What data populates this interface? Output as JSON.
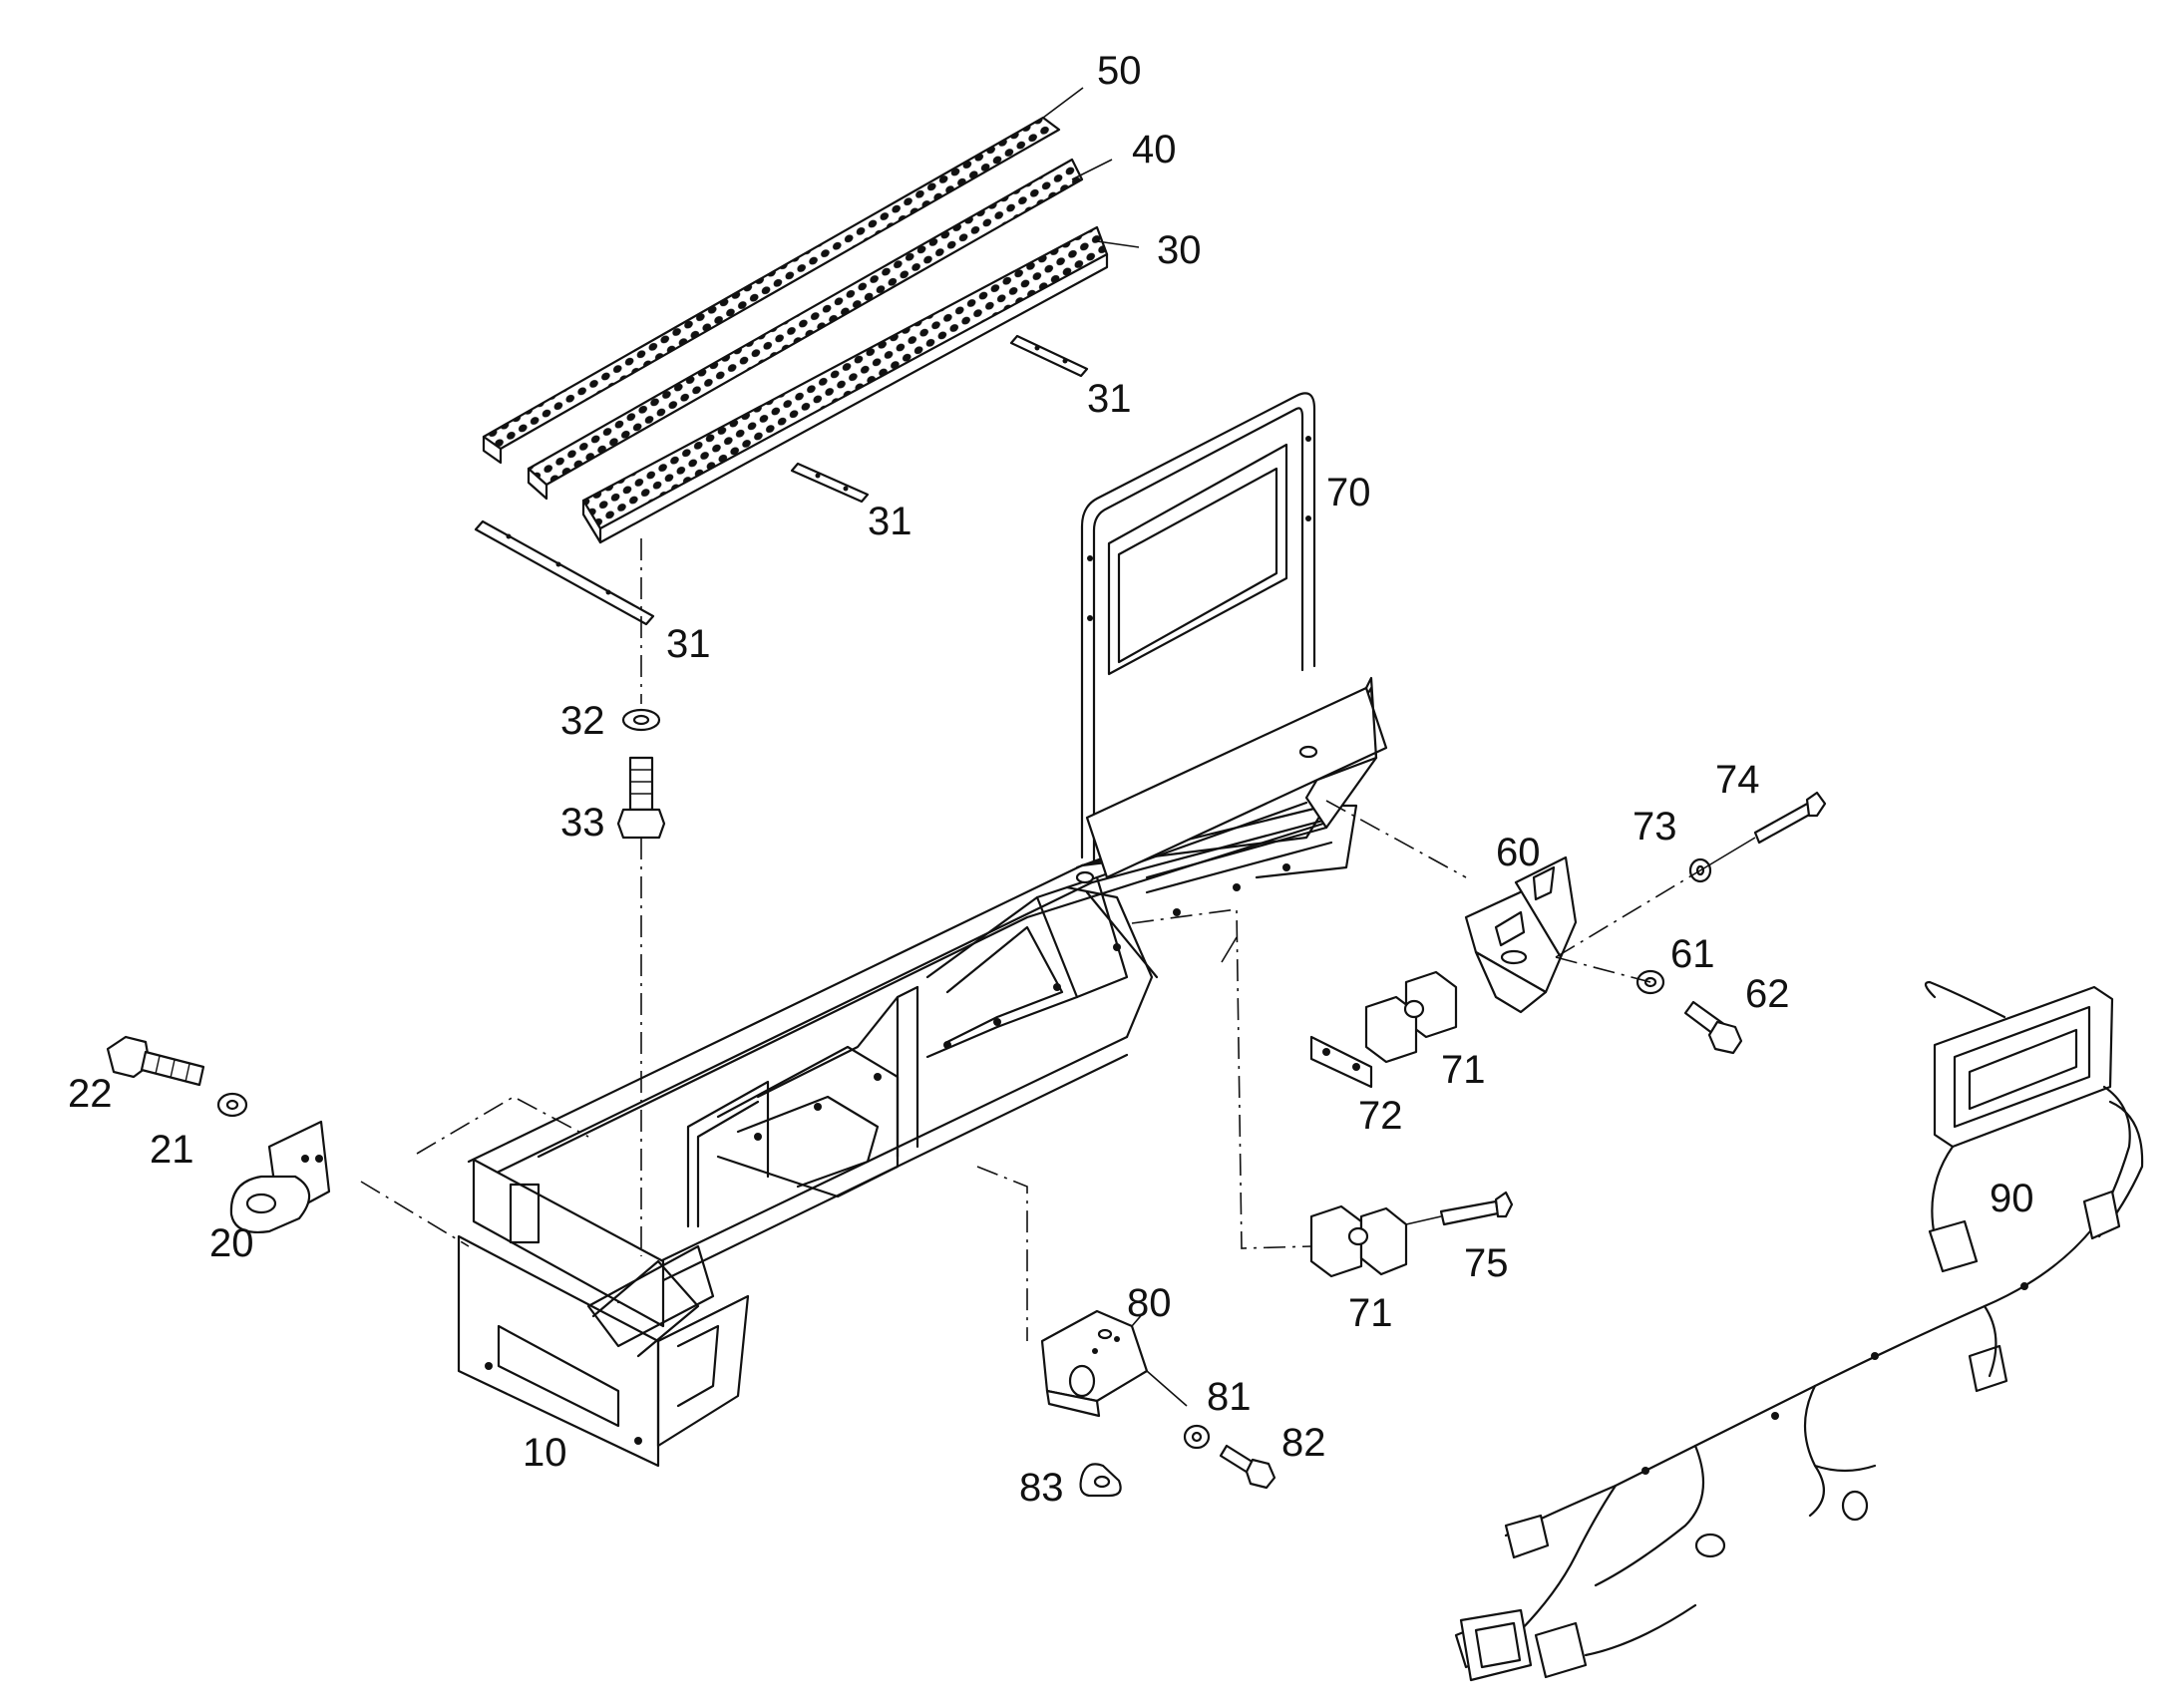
{
  "callouts": {
    "c10": "10",
    "c20": "20",
    "c21": "21",
    "c22": "22",
    "c30": "30",
    "c31a": "31",
    "c31b": "31",
    "c31c": "31",
    "c32": "32",
    "c33": "33",
    "c40": "40",
    "c50": "50",
    "c60": "60",
    "c61": "61",
    "c62": "62",
    "c70": "70",
    "c71a": "71",
    "c71b": "71",
    "c72": "72",
    "c73": "73",
    "c74": "74",
    "c75": "75",
    "c80": "80",
    "c81": "81",
    "c82": "82",
    "c83": "83",
    "c90": "90"
  }
}
